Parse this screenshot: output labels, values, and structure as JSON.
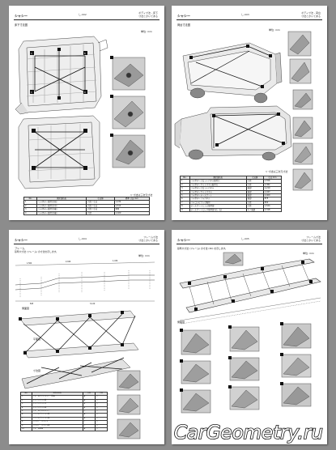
{
  "watermark": {
    "text": "CarGeometry.ru"
  },
  "pages": [
    {
      "id": "p1",
      "header_left": "シャシー",
      "header_center": "し-002",
      "header_right_1": "ボディ寸法 - 床下",
      "header_right_2": "寸法とかいてある",
      "section_title": "床下寸法図",
      "unit": "単位: mm",
      "note": "▽ 寸法は三次元寸法",
      "table": {
        "headers": [
          "No.",
          "測定部位名",
          "寸法値",
          "標準 寸法 mm"
        ],
        "rows": [
          [
            "1",
            "リヤボデー取付穴(前)",
            "穴径 / 寸法",
            "1,234"
          ],
          [
            "2",
            "リヤボデー取付穴(中)",
            "穴径 / 寸法",
            "1,512"
          ],
          [
            "3",
            "リヤボデー取付穴(後)",
            "穴径 / 寸法",
            "986"
          ],
          [
            "4",
            "リヤボデー取付穴(後)",
            "穴径",
            "1,020"
          ]
        ]
      }
    },
    {
      "id": "p2",
      "header_left": "シャシー",
      "header_center": "し-003",
      "header_right_1": "ボディ寸法 - 荷台",
      "header_right_2": "寸法とかいてある",
      "section_title": "荷台寸法図",
      "unit": "単位: mm",
      "note": "▽ 寸法は三次元寸法",
      "table": {
        "headers": [
          "No.",
          "測定部位名",
          "寸法値",
          "寸法 mm"
        ],
        "rows": [
          [
            "1",
            "リヤボデーフロントパネル取付穴",
            "穴径",
            "1,556"
          ],
          [
            "2",
            "リヤボデーサイドパネル取付穴",
            "穴径",
            "1,382"
          ],
          [
            "3",
            "リヤボデーフロントパネル",
            "端部",
            "1,210"
          ],
          [
            "4",
            "リヤボデーサイドパネル",
            "端部",
            "1,047"
          ],
          [
            "5",
            "リヤボデーテールゲート",
            "端部",
            "1,400"
          ],
          [
            "6",
            "リヤボデーリヤパネル",
            "端部",
            "875"
          ],
          [
            "7",
            "リヤコンビランプ取付",
            "穴径",
            "650"
          ],
          [
            "8",
            "テールゲートヒンジ取付部",
            "穴径",
            "1,524"
          ],
          [
            "9",
            "テールゲートロック取付部 (右・左)",
            "穴 / 端部",
            "1,318"
          ]
        ]
      }
    },
    {
      "id": "p3",
      "header_left": "シャシー",
      "header_center": "し-004",
      "header_right_1": "フレーム寸法",
      "header_right_2": "寸法とかいてある",
      "section_title": "フレーム",
      "subtitle": "基準穴寸法 (フレーム) の寸法を示します。",
      "unit": "単位: mm",
      "label_side": "側面図",
      "label_plan": "平面図",
      "label_cross": "寸法図",
      "table": {
        "headers": [
          "No.",
          "測定部位名",
          "穴径",
          "寸法"
        ],
        "rows": [
          [
            "1",
            "フレームサイドメンバー前端",
            "A",
            "○"
          ],
          [
            "2",
            "キャブマウント前",
            "A",
            "○"
          ],
          [
            "3",
            "キャブマウント中",
            "B",
            "○"
          ],
          [
            "4",
            "キャブマウント後",
            "B",
            "○"
          ],
          [
            "5",
            "フレームクロスメンバー",
            "C",
            "○"
          ],
          [
            "6",
            "リヤサスペンション前",
            "A",
            "○"
          ],
          [
            "7",
            "リヤサスペンション後",
            "B",
            "○"
          ],
          [
            "8",
            "リヤボデーマウント",
            "C",
            "○"
          ],
          [
            "9",
            "リヤボデーマウント後",
            "C",
            "○"
          ],
          [
            "10",
            "フレーム後端",
            "A",
            "○"
          ]
        ]
      }
    },
    {
      "id": "p4",
      "header_left": "シャシー",
      "header_center": "し-005",
      "header_right_1": "フレーム寸法",
      "header_right_2": "寸法とかいてある",
      "section_title": "基準穴寸法 (フレーム) の寸法 (3D) を示します。",
      "unit": "単位: mm",
      "label_side": "側面図"
    }
  ]
}
